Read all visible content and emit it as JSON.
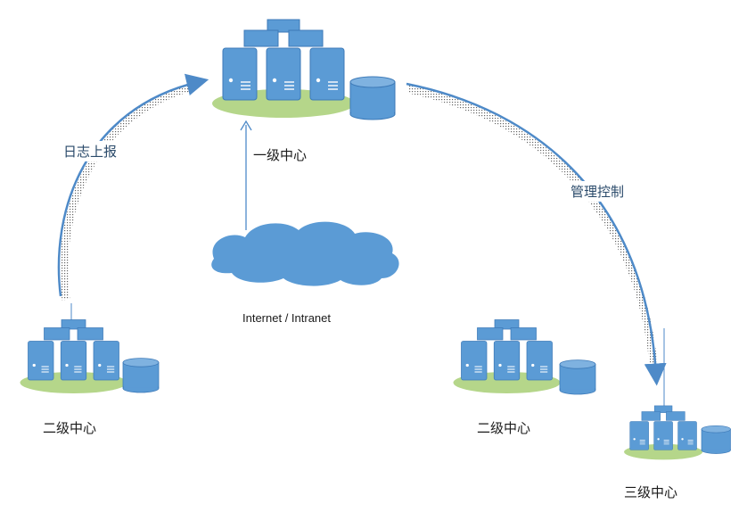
{
  "labels": {
    "level1": "一级中心",
    "network": "Internet / Intranet",
    "level2_left": "二级中心",
    "level2_right": "二级中心",
    "level3": "三级中心"
  },
  "edges": {
    "log_report": "日志上报",
    "manage_control": "管理控制"
  },
  "colors": {
    "server": "#5b9bd5",
    "server_dark": "#3d7ab8",
    "pad": "#b5d68a",
    "arrow": "#4e8ac8",
    "cloud": "#5b9bd5"
  }
}
